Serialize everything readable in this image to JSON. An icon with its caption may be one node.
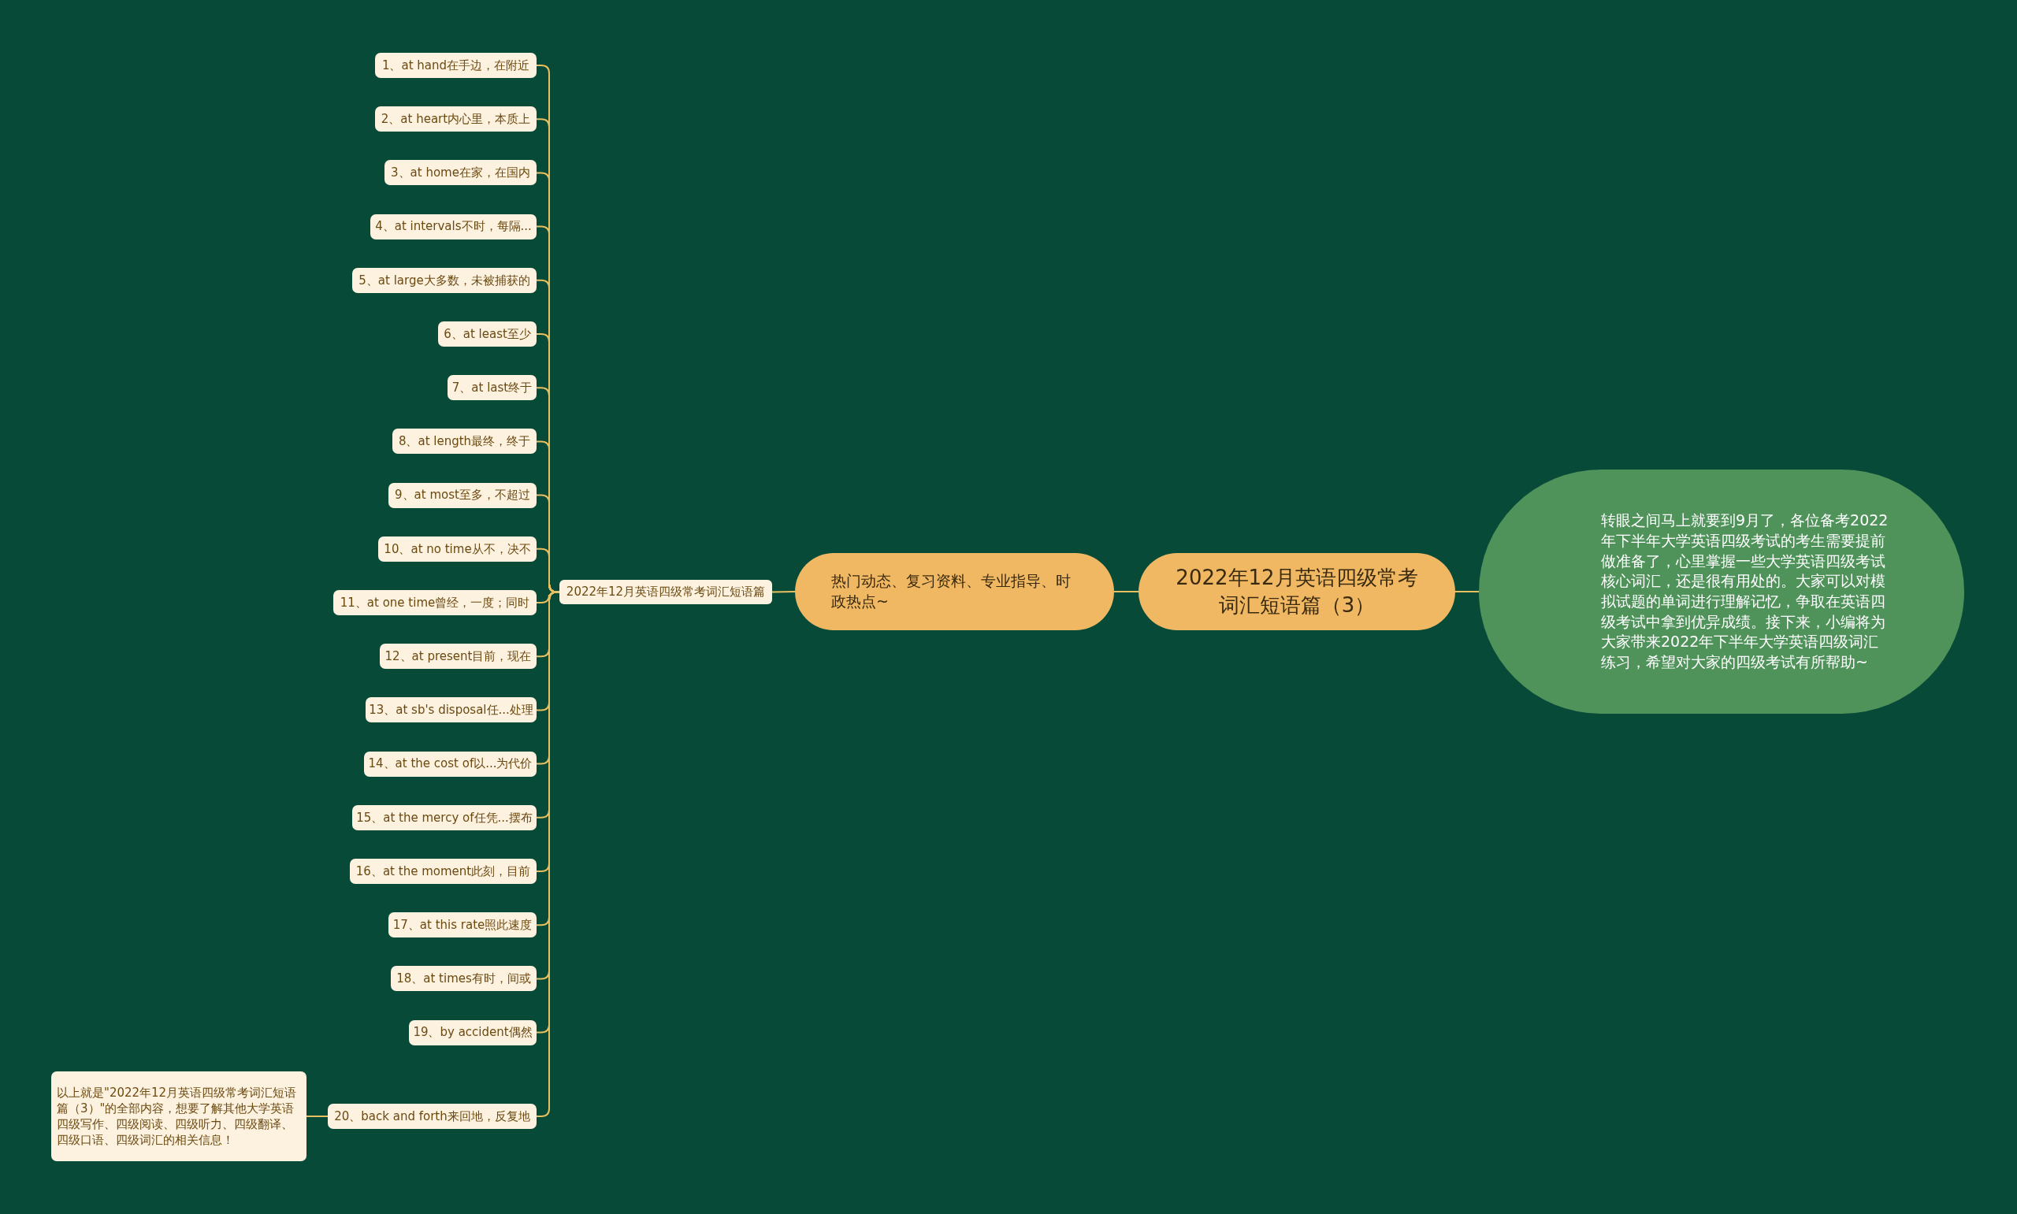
{
  "diagram": {
    "nodes": [
      {
        "text": [
          "2022年12月英语四级常考词汇短语篇（3）"
        ]
      },
      {
        "text": [
          "转眼之间马上就要到9月了，各位备考2022年下半年大学英语四级考试的考生需要提前做准备了，心里掌握一些大学英语四级考试核心词汇，还是很有用处的。大家可以对模拟试题的单词进行理解记忆，争取在英语四级考试中拿到优异成绩。接下来，小编将为大家带来2022年下半年大学英语四级词汇练习，希望对大家的四级考试有所帮助~"
        ]
      },
      {
        "text": [
          "热门动态、复习资料、专业指导、时政热点~"
        ]
      },
      {
        "text": [
          "2022年12月英语四级常考词汇短语篇"
        ]
      },
      {
        "text": [
          "1、at hand在手边，在附近"
        ]
      },
      {
        "text": [
          "2、at heart内心里，本质上"
        ]
      },
      {
        "text": [
          "3、at home在家，在国内"
        ]
      },
      {
        "text": [
          "4、at intervals不时，每隔..."
        ]
      },
      {
        "text": [
          "5、at large大多数，未被捕获的"
        ]
      },
      {
        "text": [
          "6、at least至少"
        ]
      },
      {
        "text": [
          "7、at last终于"
        ]
      },
      {
        "text": [
          "8、at length最终，终于"
        ]
      },
      {
        "text": [
          "9、at most至多，不超过"
        ]
      },
      {
        "text": [
          "10、at no time从不，决不"
        ]
      },
      {
        "text": [
          "11、at one time曾经，一度；同时"
        ]
      },
      {
        "text": [
          "12、at present目前，现在"
        ]
      },
      {
        "text": [
          "13、at sb's disposal任...处理"
        ]
      },
      {
        "text": [
          "14、at the cost of以...为代价"
        ]
      },
      {
        "text": [
          "15、at the mercy of任凭...摆布"
        ]
      },
      {
        "text": [
          "16、at the moment此刻，目前"
        ]
      },
      {
        "text": [
          "17、at this rate照此速度"
        ]
      },
      {
        "text": [
          "18、at times有时，间或"
        ]
      },
      {
        "text": [
          "19、by accident偶然"
        ]
      },
      {
        "text": [
          "20、back and forth来回地，反复地"
        ]
      },
      {
        "text": [
          "以上就是\"2022年12月英语四级常考词汇短语篇（3）\"的全部内容，想要了解其他大学英语四级写作、四级阅读、四级听力、四级翻译、四级口语、四级词汇的相关信息！"
        ]
      }
    ],
    "edges": [
      {
        "from": 0,
        "to": 1,
        "arrow": "none"
      },
      {
        "from": 0,
        "to": 2,
        "arrow": "none"
      },
      {
        "from": 2,
        "to": 3,
        "arrow": "none"
      },
      {
        "from": 3,
        "to": 4,
        "arrow": "none"
      },
      {
        "from": 3,
        "to": 5,
        "arrow": "none"
      },
      {
        "from": 3,
        "to": 6,
        "arrow": "none"
      },
      {
        "from": 3,
        "to": 7,
        "arrow": "none"
      },
      {
        "from": 3,
        "to": 8,
        "arrow": "none"
      },
      {
        "from": 3,
        "to": 9,
        "arrow": "none"
      },
      {
        "from": 3,
        "to": 10,
        "arrow": "none"
      },
      {
        "from": 3,
        "to": 11,
        "arrow": "none"
      },
      {
        "from": 3,
        "to": 12,
        "arrow": "none"
      },
      {
        "from": 3,
        "to": 13,
        "arrow": "none"
      },
      {
        "from": 3,
        "to": 14,
        "arrow": "none"
      },
      {
        "from": 3,
        "to": 15,
        "arrow": "none"
      },
      {
        "from": 3,
        "to": 16,
        "arrow": "none"
      },
      {
        "from": 3,
        "to": 17,
        "arrow": "none"
      },
      {
        "from": 3,
        "to": 18,
        "arrow": "none"
      },
      {
        "from": 3,
        "to": 19,
        "arrow": "none"
      },
      {
        "from": 3,
        "to": 20,
        "arrow": "none"
      },
      {
        "from": 3,
        "to": 21,
        "arrow": "none"
      },
      {
        "from": 3,
        "to": 22,
        "arrow": "none"
      },
      {
        "from": 3,
        "to": 23,
        "arrow": "none"
      },
      {
        "from": 23,
        "to": 24,
        "arrow": "none"
      }
    ]
  }
}
